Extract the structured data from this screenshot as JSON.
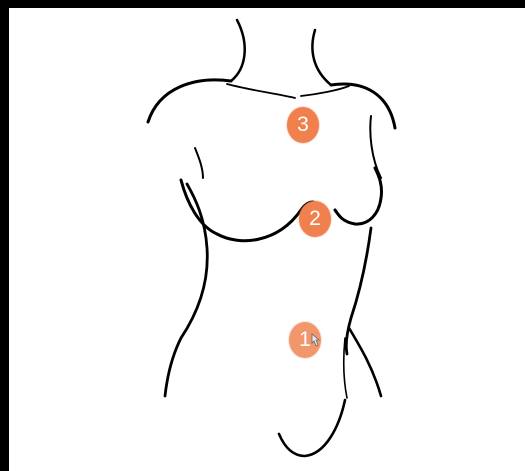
{
  "markers": [
    {
      "id": 3,
      "label": "3"
    },
    {
      "id": 2,
      "label": "2"
    },
    {
      "id": 1,
      "label": "1"
    }
  ],
  "colors": {
    "marker": "#f0804d",
    "outline": "#000000",
    "background": "#ffffff"
  },
  "icons": {
    "cursor": "hand-pointer-icon"
  }
}
